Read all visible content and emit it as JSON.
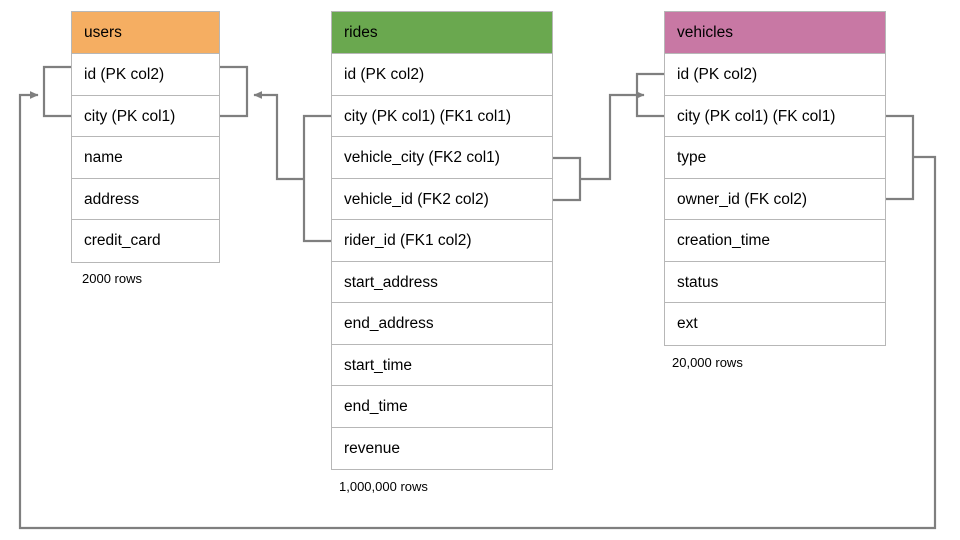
{
  "diagram": {
    "title": "database-schema-erd",
    "background": "#ffffff",
    "wire_color": "#7f7f7f",
    "border_color": "#b7b7b7"
  },
  "tables": [
    {
      "id": "users",
      "name": "users",
      "header_color": "#f5ae62",
      "row_count_label": "2000 rows",
      "columns": [
        {
          "label": "id (PK col2)"
        },
        {
          "label": "city (PK col1)"
        },
        {
          "label": "name"
        },
        {
          "label": "address"
        },
        {
          "label": "credit_card"
        }
      ]
    },
    {
      "id": "rides",
      "name": "rides",
      "header_color": "#6aa84f",
      "row_count_label": "1,000,000 rows",
      "columns": [
        {
          "label": "id (PK col2)"
        },
        {
          "label": "city (PK col1) (FK1 col1)"
        },
        {
          "label": "vehicle_city (FK2 col1)"
        },
        {
          "label": "vehicle_id (FK2 col2)"
        },
        {
          "label": "rider_id (FK1 col2)"
        },
        {
          "label": "start_address"
        },
        {
          "label": "end_address"
        },
        {
          "label": "start_time"
        },
        {
          "label": "end_time"
        },
        {
          "label": "revenue"
        }
      ]
    },
    {
      "id": "vehicles",
      "name": "vehicles",
      "header_color": "#c878a4",
      "row_count_label": "20,000 rows",
      "columns": [
        {
          "label": "id (PK col2)"
        },
        {
          "label": "city (PK col1) (FK col1)"
        },
        {
          "label": "type"
        },
        {
          "label": "owner_id (FK col2)"
        },
        {
          "label": "creation_time"
        },
        {
          "label": "status"
        },
        {
          "label": "ext"
        }
      ]
    }
  ],
  "relationships": [
    {
      "id": "rides-rider-to-users",
      "from_table": "rides",
      "from_columns": [
        "city (PK col1) (FK1 col1)",
        "rider_id (FK1 col2)"
      ],
      "to_table": "users",
      "to_columns": [
        "id (PK col2)",
        "city (PK col1)"
      ]
    },
    {
      "id": "rides-vehicle-to-vehicles",
      "from_table": "rides",
      "from_columns": [
        "vehicle_city (FK2 col1)",
        "vehicle_id (FK2 col2)"
      ],
      "to_table": "vehicles",
      "to_columns": [
        "id (PK col2)",
        "city (PK col1) (FK col1)"
      ]
    },
    {
      "id": "vehicles-owner-to-users",
      "from_table": "vehicles",
      "from_columns": [
        "city (PK col1) (FK col1)",
        "owner_id (FK col2)"
      ],
      "to_table": "users",
      "to_columns": [
        "id (PK col2)",
        "city (PK col1)"
      ]
    }
  ]
}
